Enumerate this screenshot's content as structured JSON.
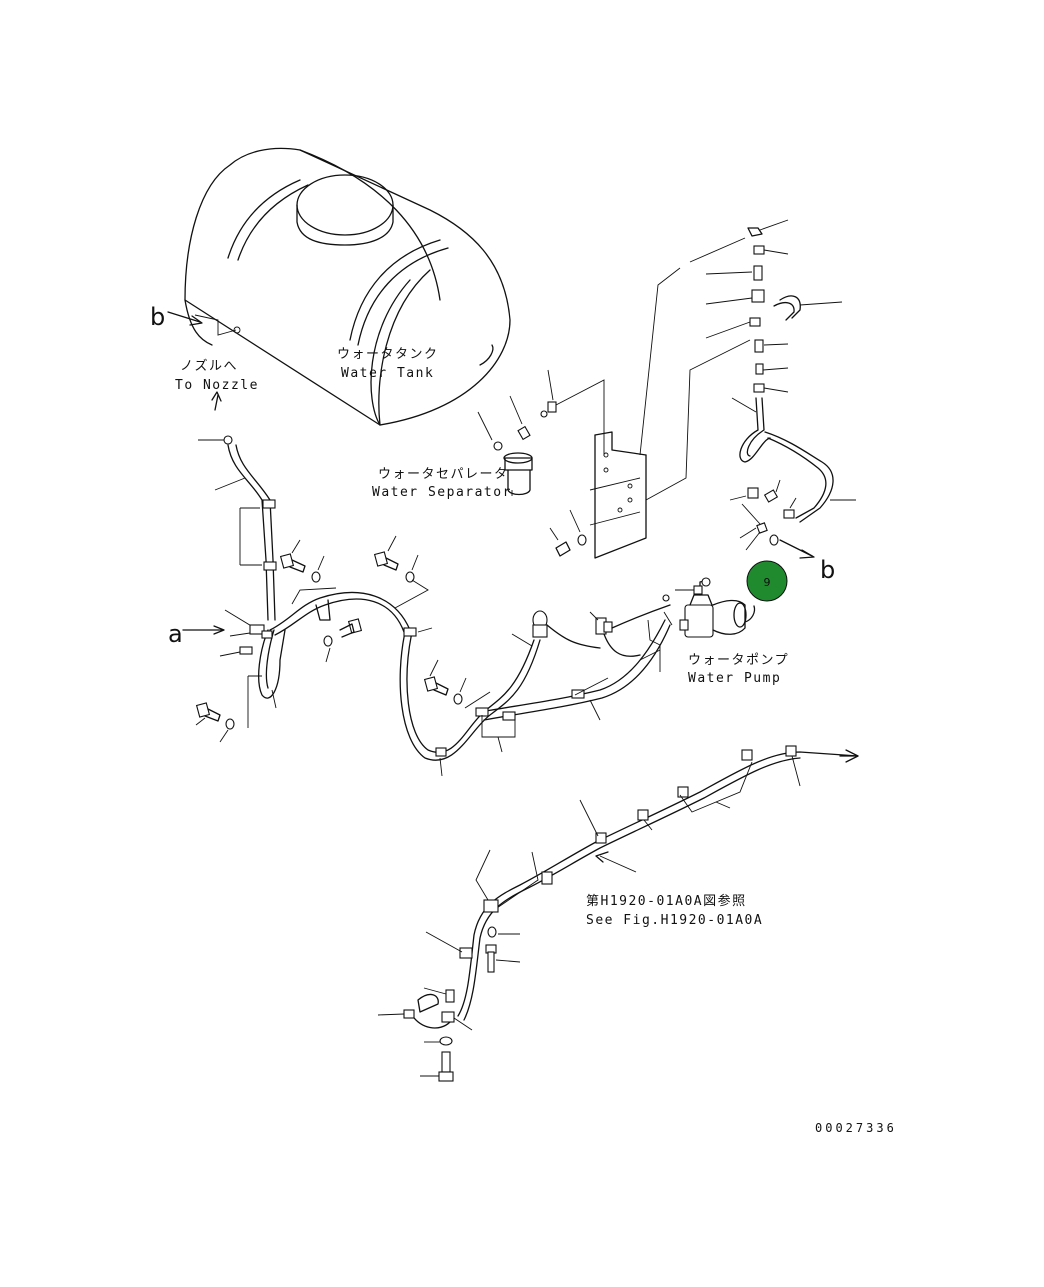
{
  "labels": {
    "tank_jp": "ウォータタンク",
    "tank_en": "Water Tank",
    "nozzle_jp": "ノズルへ",
    "nozzle_en": "To Nozzle",
    "separator_jp": "ウォータセパレータ",
    "separator_en": "Water Separator",
    "pump_jp": "ウォータポンプ",
    "pump_en": "Water Pump",
    "ref_jp": "第H1920-01A0A図参照",
    "ref_en": "See Fig.H1920-01A0A",
    "drawing_number": "00027336"
  },
  "connectors": {
    "b": "b",
    "a": "a"
  },
  "callout": {
    "number": "9",
    "color": "#1f8a2e"
  }
}
